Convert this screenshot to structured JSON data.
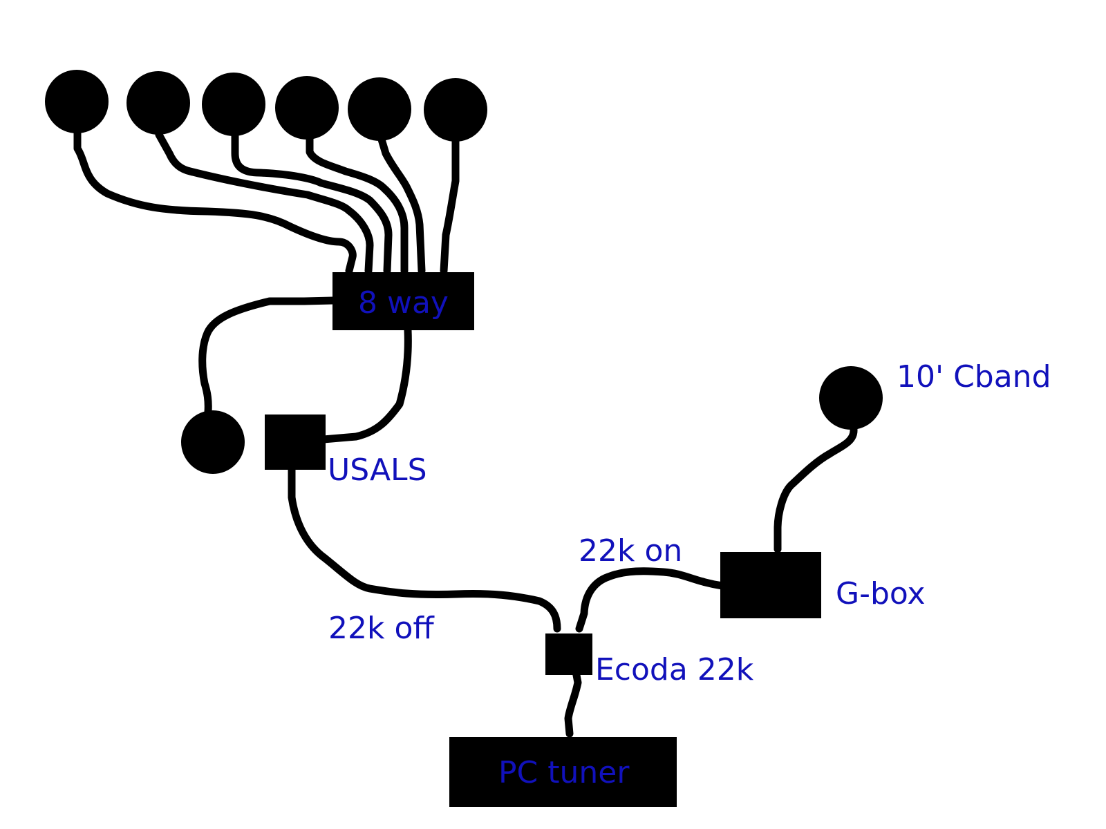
{
  "colors": {
    "label": "#1111bb",
    "shape": "#000000",
    "background": "#ffffff"
  },
  "labels": {
    "eight_way": "8 way",
    "usals": "USALS",
    "cband": "10' Cband",
    "gbox": "G-box",
    "on22k": "22k on",
    "off22k": "22k off",
    "ecoda": "Ecoda 22k",
    "pc_tuner": "PC tuner"
  }
}
